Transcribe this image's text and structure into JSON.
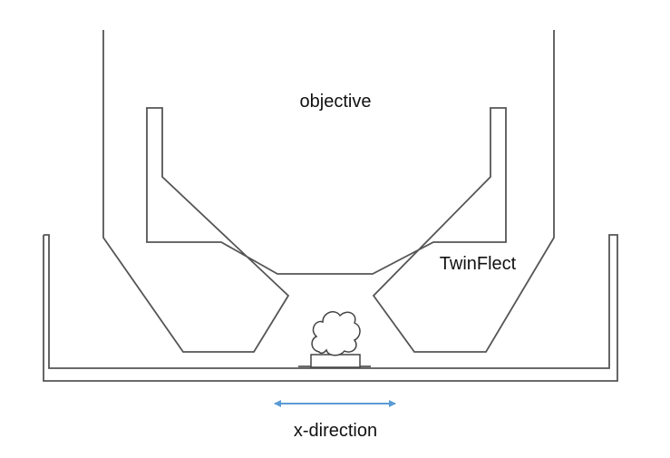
{
  "labels": {
    "objective": "objective",
    "twinflect": "TwinFlect",
    "x_direction": "x-direction"
  },
  "colors": {
    "outline": "#555555",
    "arrow": "#5b9bd5",
    "text": "#111111"
  }
}
